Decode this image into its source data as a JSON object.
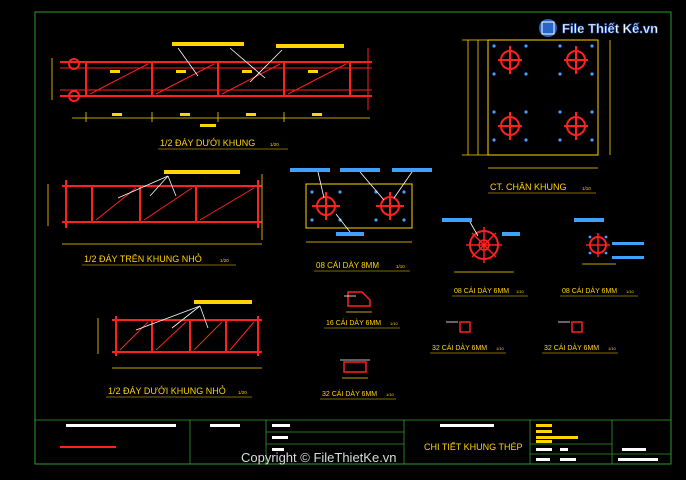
{
  "watermark": {
    "logo_text": "File Thiết Kế.vn",
    "copyright": "Copyright © FileThietKe.vn"
  },
  "drawings": {
    "day_duoi_khung": {
      "title": "1/2 ĐÁY DƯỚI KHUNG",
      "scale": "1/20"
    },
    "day_tren_khung_nho": {
      "title": "1/2 ĐÁY TRÊN KHUNG NHỎ",
      "scale": "1/20"
    },
    "day_duoi_khung_nho": {
      "title": "1/2 ĐÁY DƯỚI KHUNG NHỎ",
      "scale": "1/20"
    },
    "chan_khung": {
      "title": "CT. CHÂN KHUNG",
      "scale": "1/10"
    },
    "cai_day_8mm": {
      "title": "08 CÁI DÀY 8MM",
      "scale": "1/10"
    },
    "cai_day_6mm_a": {
      "title": "08 CÁI DÀY 6MM",
      "scale": "1/10"
    },
    "cai_day_6mm_b": {
      "title": "08 CÁI DÀY 6MM",
      "scale": "1/10"
    },
    "cai_day_16_a": {
      "title": "16 CÁI DÀY 6MM",
      "scale": "1/10"
    },
    "cai_day_32_a": {
      "title": "32 CÁI DÀY 6MM",
      "scale": "1/10"
    },
    "cai_day_32_b": {
      "title": "32 CÁI DÀY 6MM",
      "scale": "1/10"
    },
    "cai_day_32_c": {
      "title": "32 CÁI DÀY 6MM",
      "scale": "1/10"
    }
  },
  "title_block": {
    "drawing_name": "CHI TIẾT KHUNG THÉP"
  }
}
